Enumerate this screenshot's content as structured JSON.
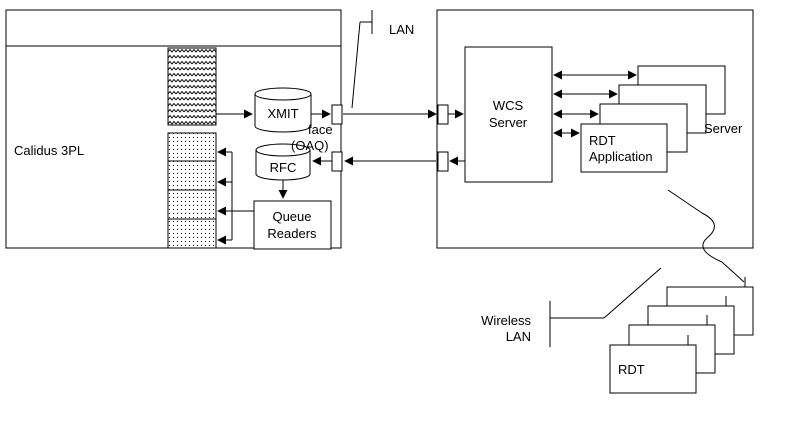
{
  "diagram": {
    "calidus_label": "Calidus 3PL",
    "lan_label": "LAN",
    "xmit_label": "XMIT",
    "rfc_label": "RFC",
    "interface_label_1": "face",
    "interface_label_2": "(OAQ)",
    "queue_readers_line1": "Queue",
    "queue_readers_line2": "Readers",
    "wcs_server_line1": "WCS",
    "wcs_server_line2": "Server",
    "rdt_app_line1": "RDT",
    "rdt_app_line2": "Application",
    "rdt_server_label": "Server",
    "wireless_lan_line1": "Wireless",
    "wireless_lan_line2": "LAN",
    "rdt_device_label": "RDT"
  },
  "colors": {
    "line": "#000000",
    "background": "#ffffff"
  }
}
